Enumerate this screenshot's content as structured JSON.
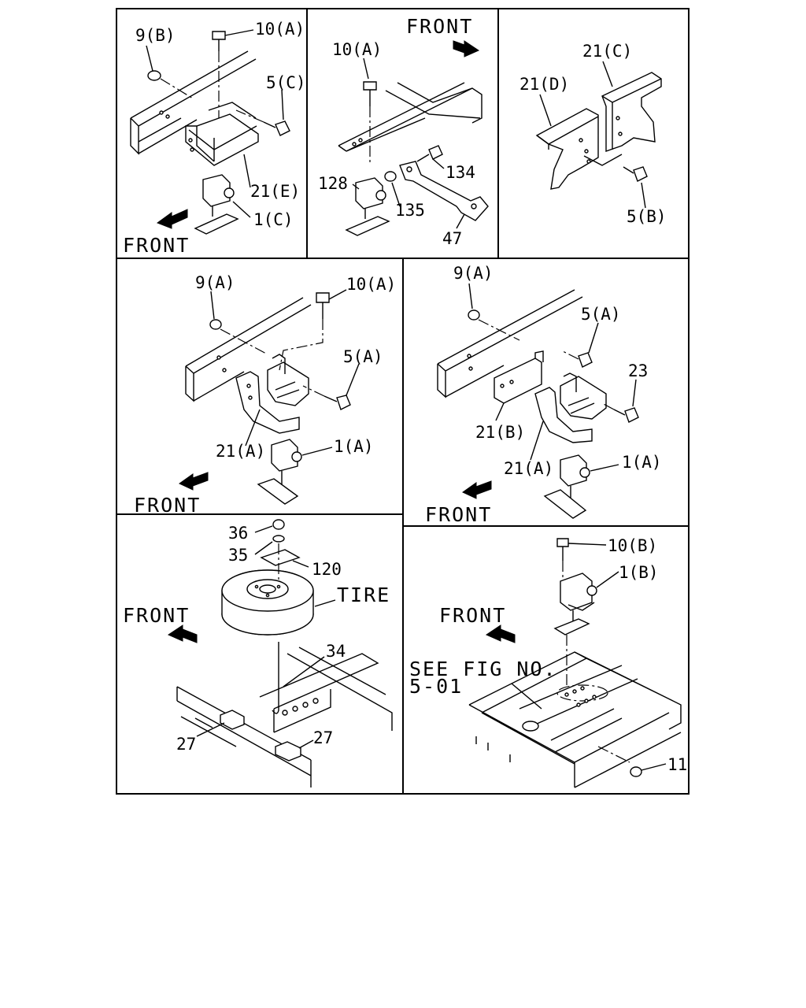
{
  "panels": {
    "p1": {
      "front": "FRONT",
      "labels": [
        "9(B)",
        "10(A)",
        "5(C)",
        "21(E)",
        "1(C)"
      ]
    },
    "p2": {
      "front": "FRONT",
      "labels": [
        "10(A)",
        "128",
        "134",
        "135",
        "47"
      ]
    },
    "p3": {
      "labels": [
        "21(C)",
        "21(D)",
        "5(B)"
      ]
    },
    "p4": {
      "front": "FRONT",
      "labels": [
        "9(A)",
        "10(A)",
        "5(A)",
        "21(A)",
        "1(A)"
      ]
    },
    "p5": {
      "front": "FRONT",
      "labels": [
        "9(A)",
        "5(A)",
        "23",
        "21(B)",
        "21(A)",
        "1(A)"
      ]
    },
    "p6": {
      "front": "FRONT",
      "tire": "TIRE",
      "labels": [
        "36",
        "35",
        "120",
        "34",
        "27",
        "27"
      ]
    },
    "p7": {
      "front": "FRONT",
      "labels": [
        "10(B)",
        "1(B)",
        "11"
      ],
      "see_fig_1": "SEE FIG NO.",
      "see_fig_2": "5-01"
    }
  }
}
